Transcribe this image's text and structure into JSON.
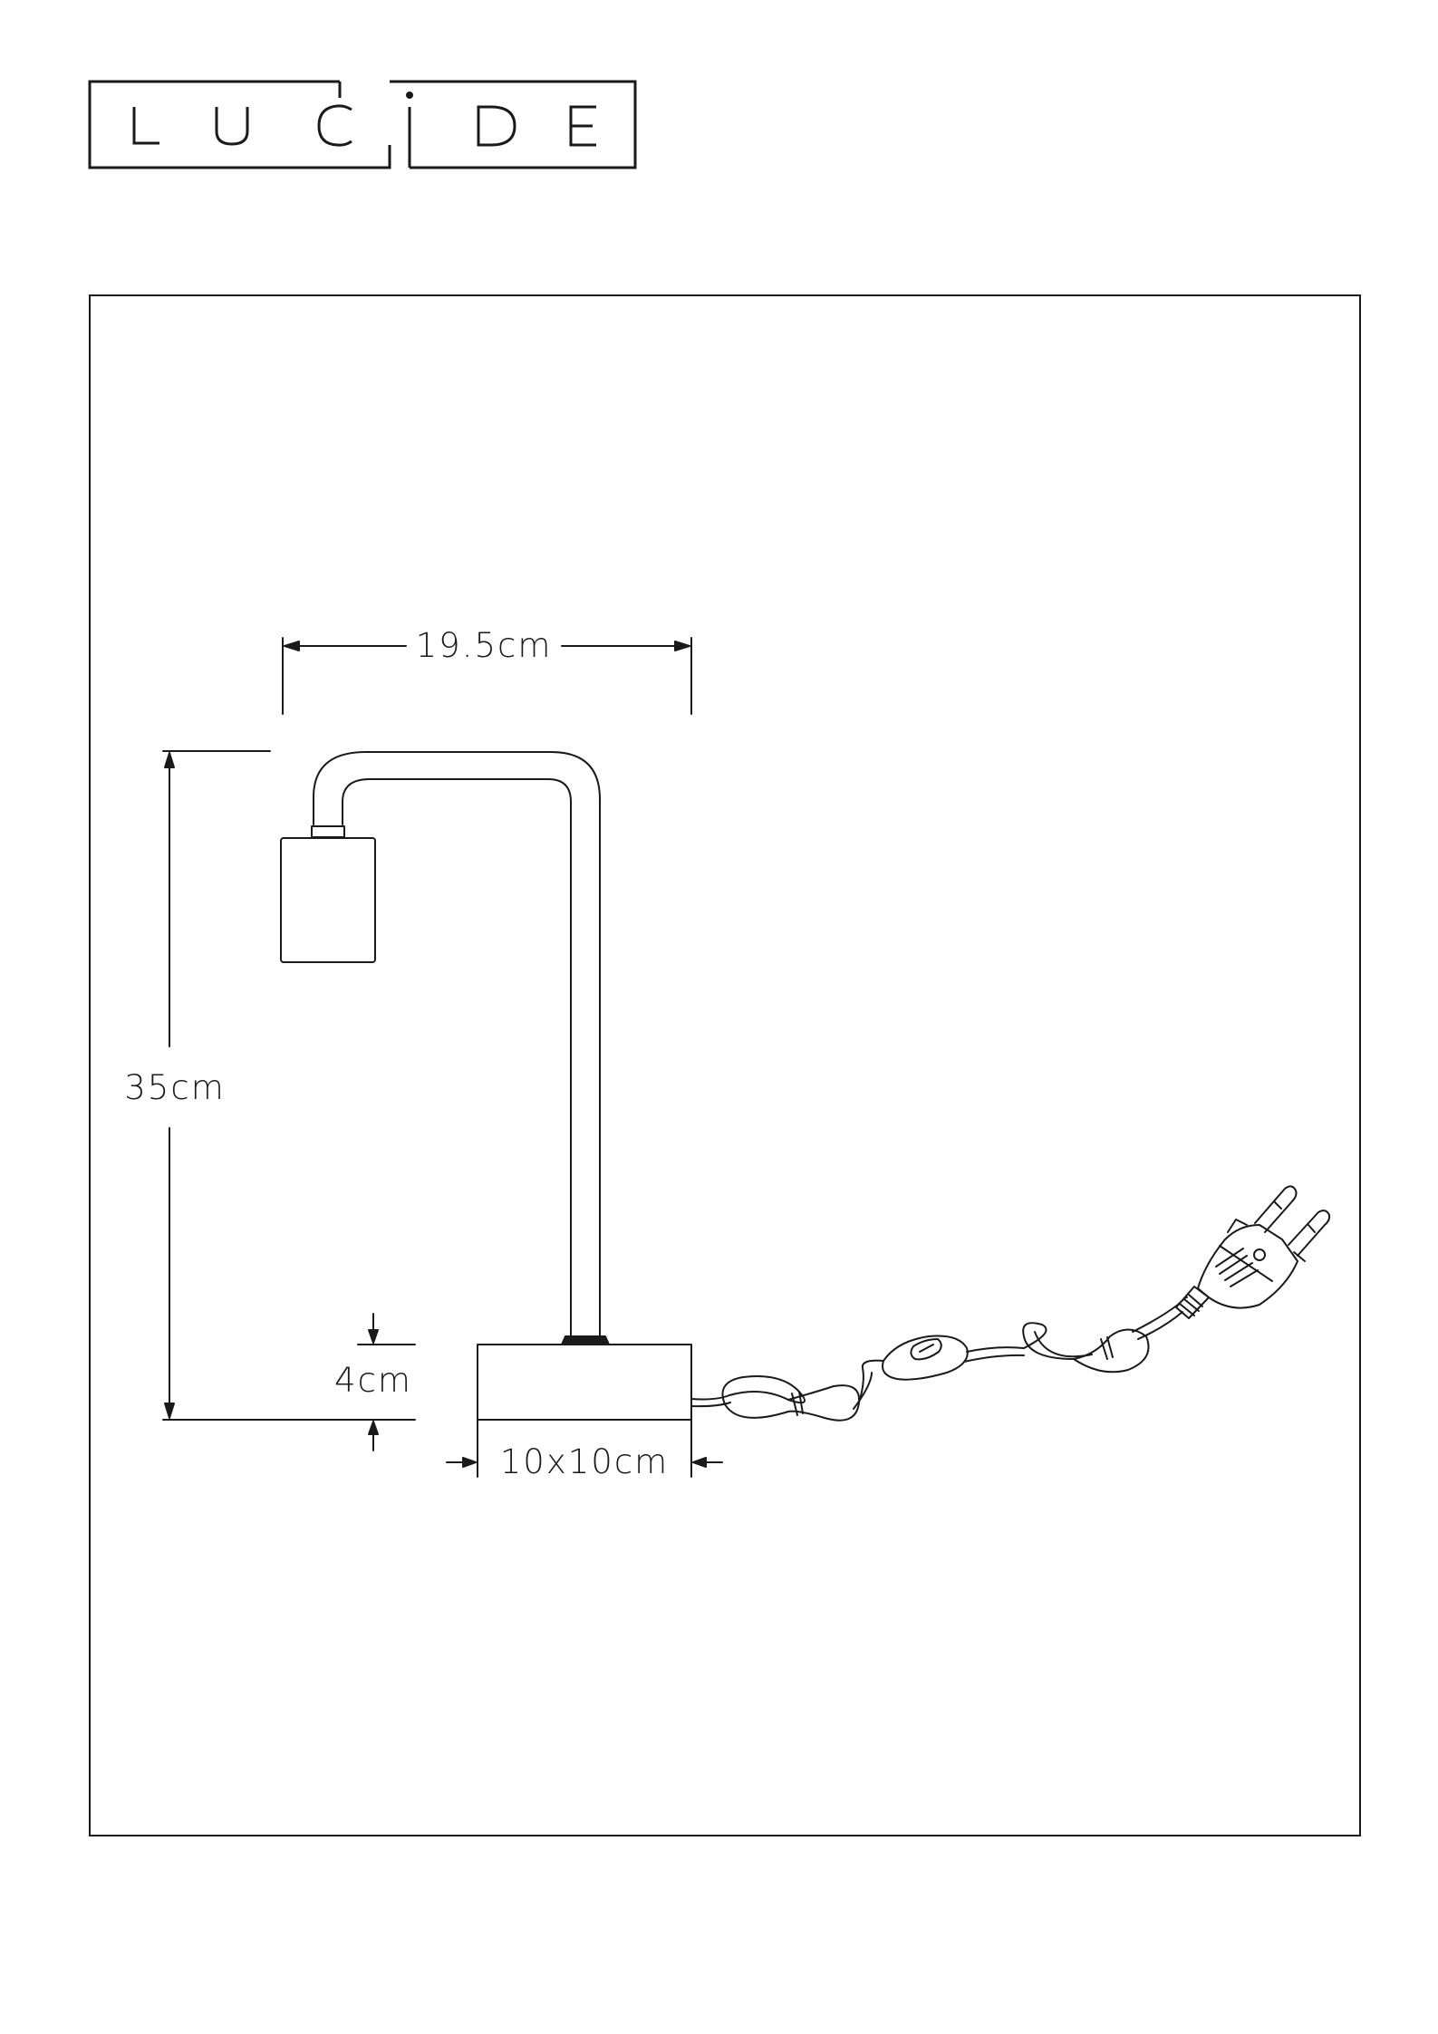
{
  "brand": {
    "name": "LUCIDE",
    "letters": [
      "L",
      "U",
      "C",
      "I",
      "D",
      "E"
    ]
  },
  "dimensions": {
    "width": "19.5cm",
    "height": "35cm",
    "base_height": "4cm",
    "base_size": "10x10cm"
  }
}
